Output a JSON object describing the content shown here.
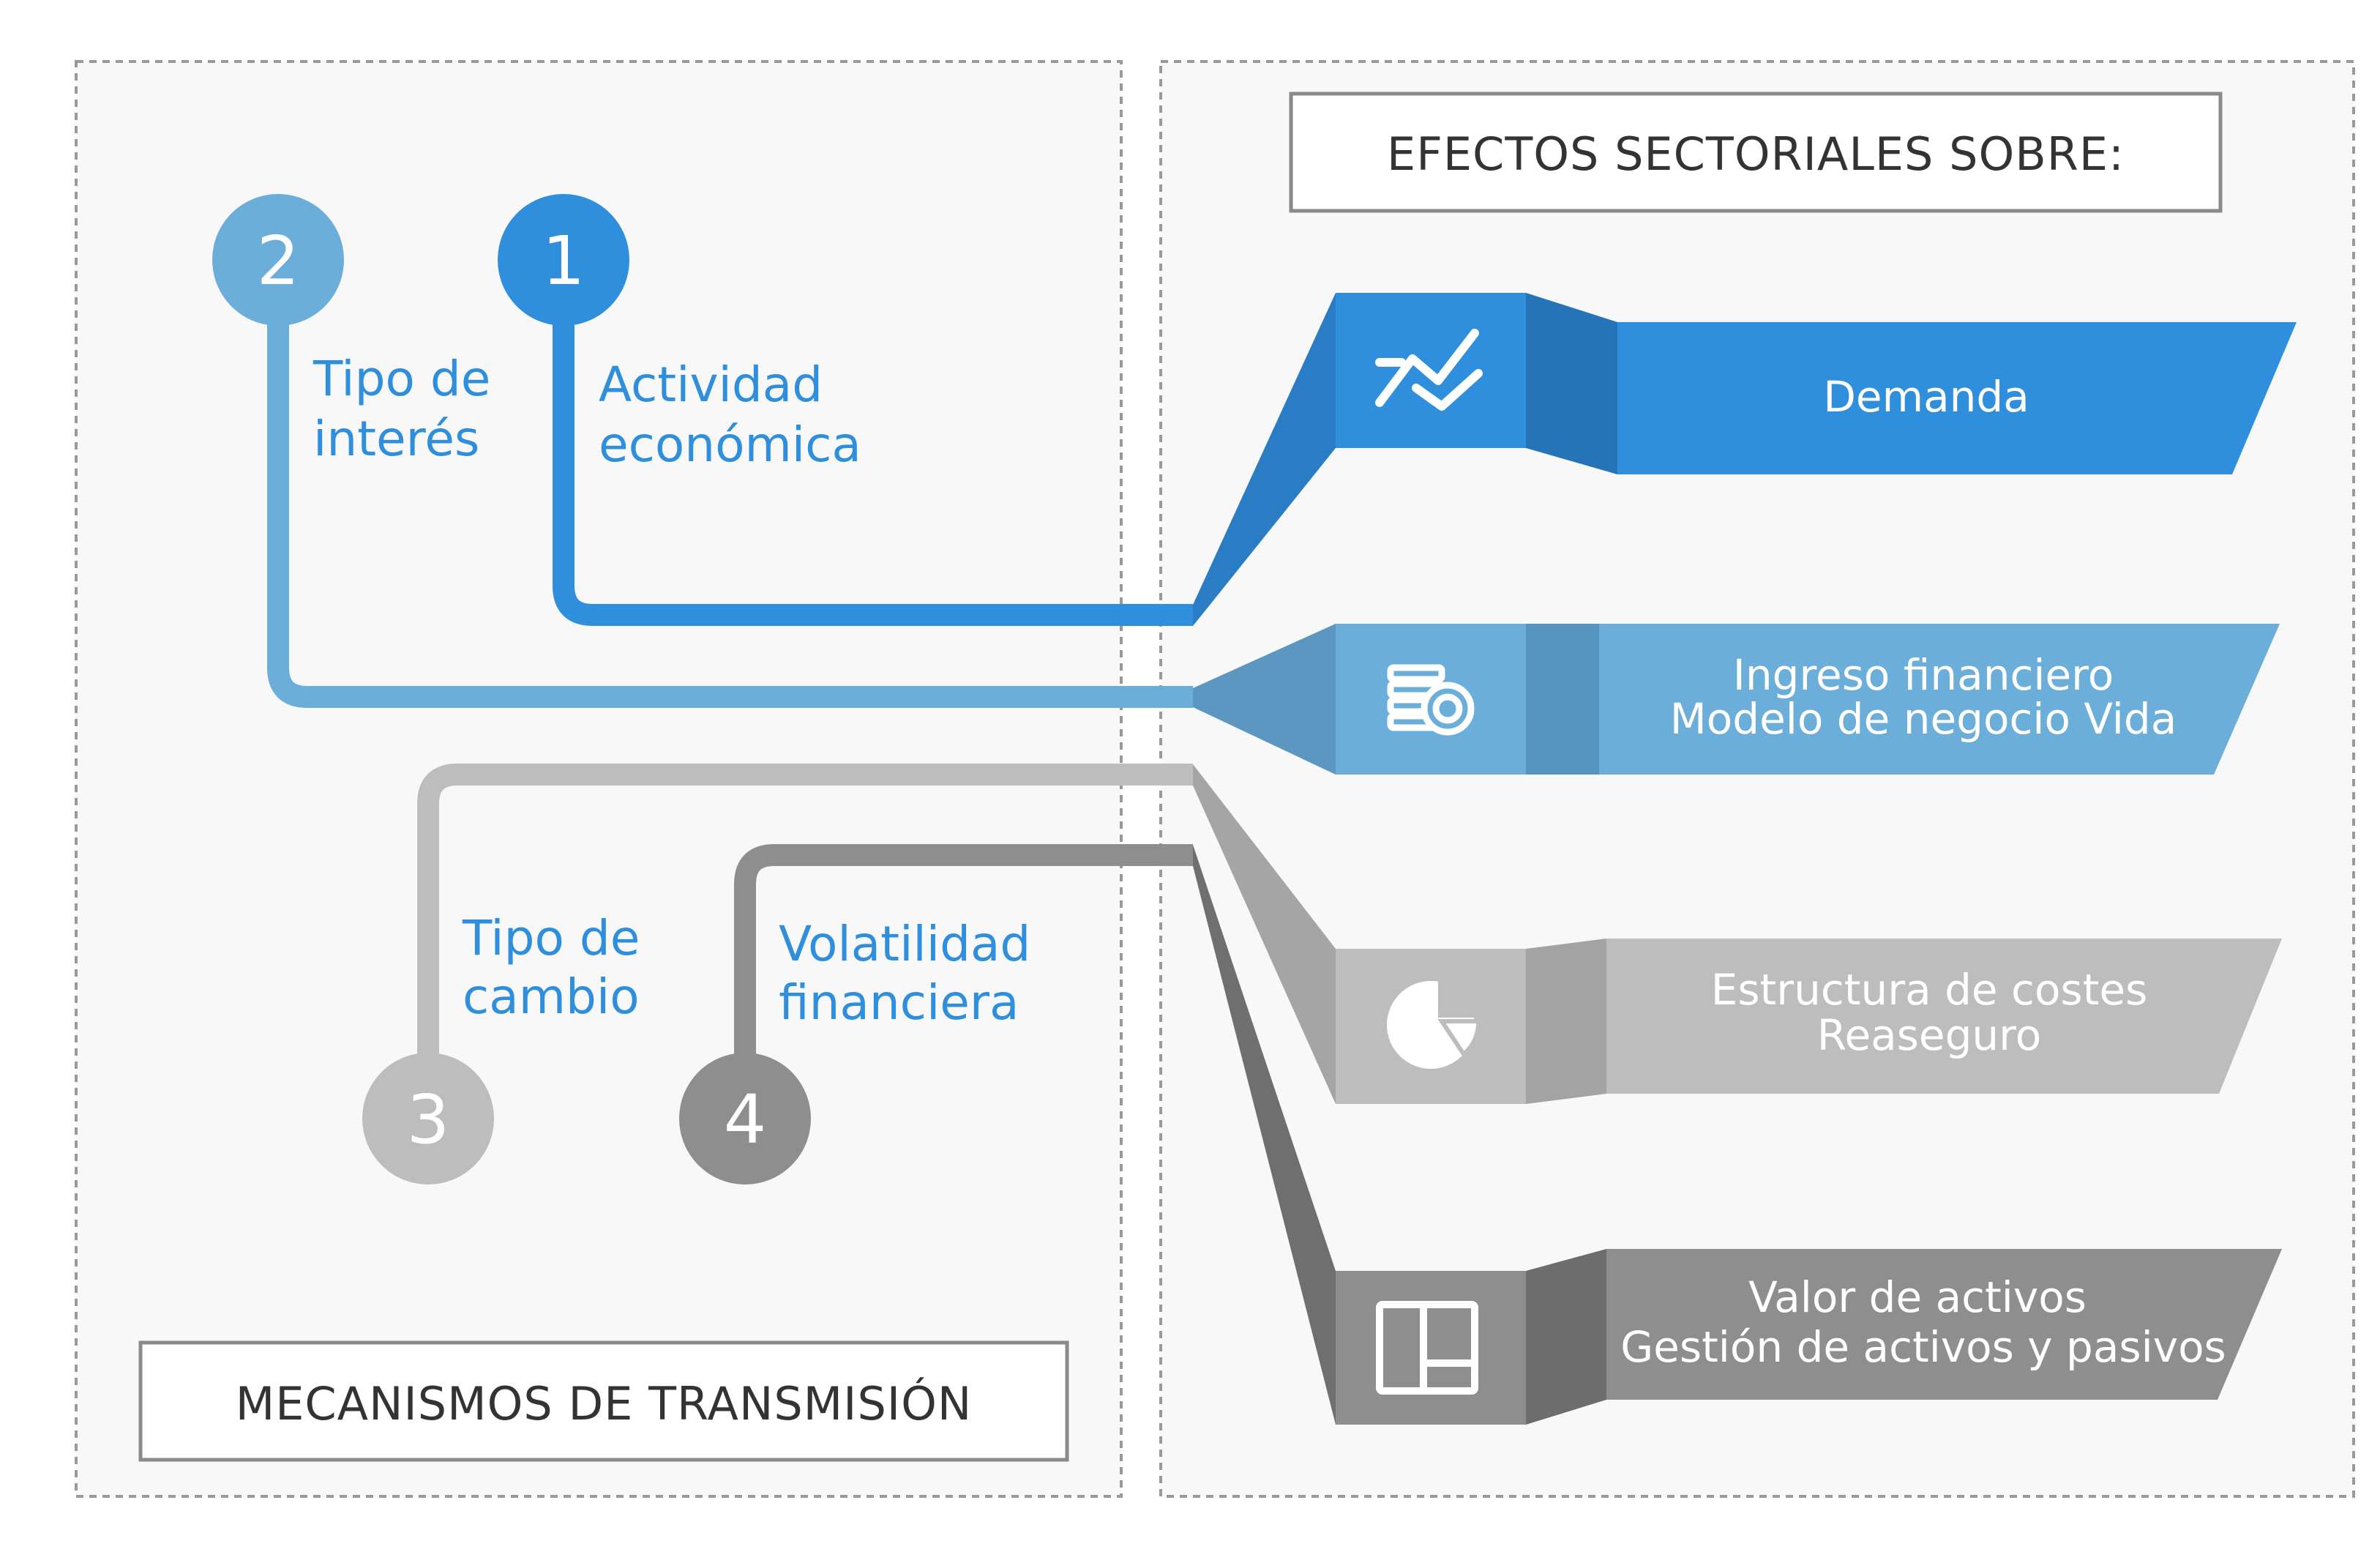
{
  "left_panel": {
    "title": "MECANISMOS DE TRANSMISIÓN",
    "mechanisms": [
      {
        "number": "1",
        "label_line1": "Actividad",
        "label_line2": "económica",
        "color": "#2f8fdc"
      },
      {
        "number": "2",
        "label_line1": "Tipo de",
        "label_line2": "interés",
        "color": "#6aaed9"
      },
      {
        "number": "3",
        "label_line1": "Tipo de",
        "label_line2": "cambio",
        "color": "#bdbdbd"
      },
      {
        "number": "4",
        "label_line1": "Volatilidad",
        "label_line2": "financiera",
        "color": "#8e8e8e"
      }
    ]
  },
  "right_panel": {
    "title": "EFECTOS SECTORIALES SOBRE:",
    "effects": [
      {
        "line1": "Demanda",
        "line2": "",
        "icon": "trend-lines-icon",
        "color": "#2f8fdc"
      },
      {
        "line1": "Ingreso financiero",
        "line2": "Modelo de negocio Vida",
        "icon": "coins-icon",
        "color": "#6aaed9"
      },
      {
        "line1": "Estructura de costes",
        "line2": "Reaseguro",
        "icon": "pie-chart-icon",
        "color": "#bdbdbd"
      },
      {
        "line1": "Valor de activos",
        "line2": "Gestión de activos y pasivos",
        "icon": "layout-grid-icon",
        "color": "#8e8e8e"
      }
    ]
  }
}
